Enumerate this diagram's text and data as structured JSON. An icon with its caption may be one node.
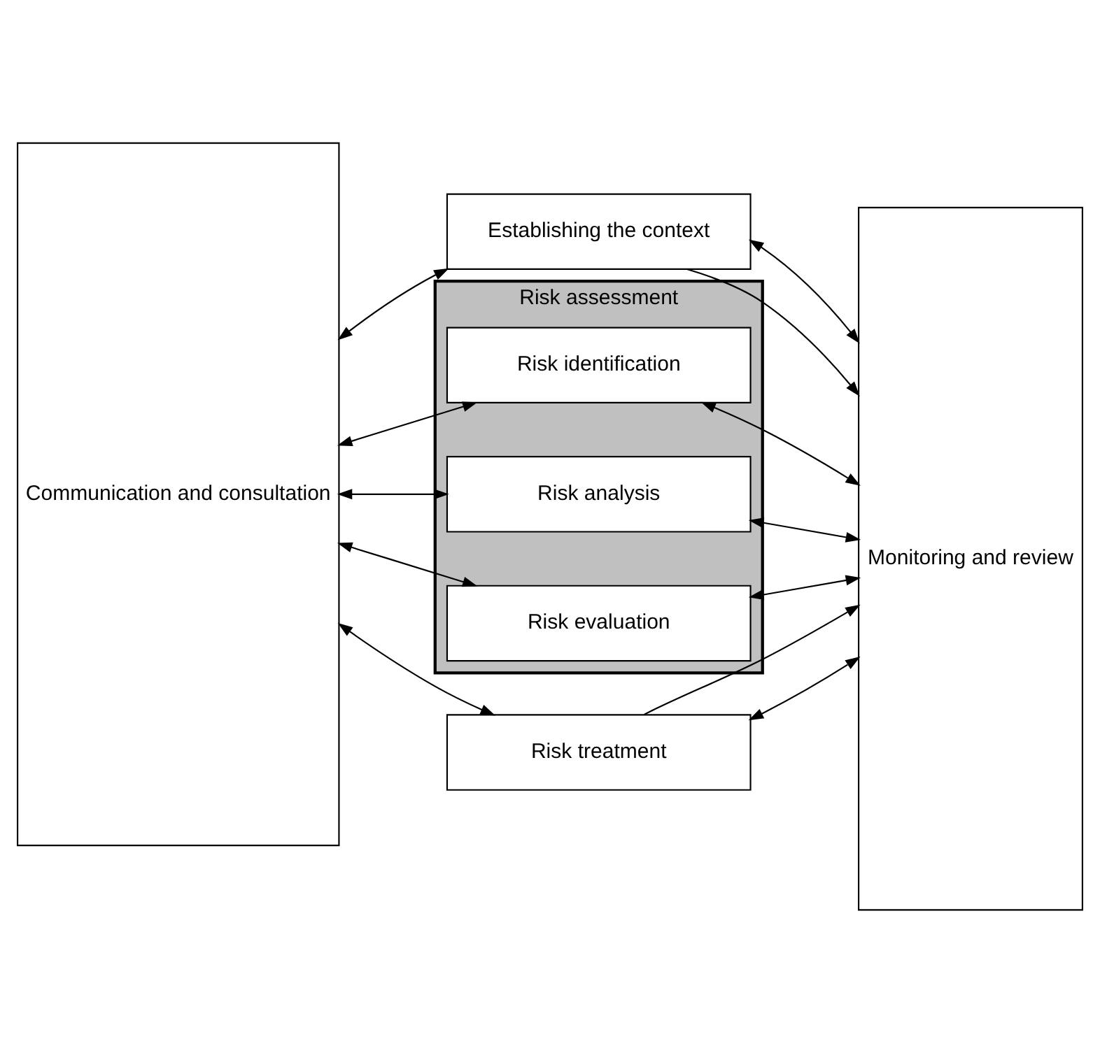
{
  "diagram": {
    "nodes": [
      {
        "text": [
          "Communication and consultation"
        ]
      },
      {
        "text": [
          "Establishing the context"
        ]
      },
      {
        "text": [
          "Risk assessment"
        ]
      },
      {
        "text": [
          "Risk identification"
        ],
        "in": 2
      },
      {
        "text": [
          "Risk analysis"
        ],
        "in": 2
      },
      {
        "text": [
          "Risk evaluation"
        ],
        "in": 2
      },
      {
        "text": [
          "Risk treatment"
        ]
      },
      {
        "text": [
          "Monitoring and review"
        ]
      }
    ],
    "edges": [
      {
        "from": 1,
        "to": 7,
        "arrow": "to"
      },
      {
        "from": 0,
        "to": 1,
        "arrow": "both"
      },
      {
        "from": 1,
        "to": 7,
        "arrow": "both"
      },
      {
        "from": 0,
        "to": 3,
        "arrow": "both"
      },
      {
        "from": 3,
        "to": 7,
        "arrow": "both"
      },
      {
        "from": 0,
        "to": 4,
        "arrow": "both"
      },
      {
        "from": 4,
        "to": 7,
        "arrow": "both"
      },
      {
        "from": 0,
        "to": 5,
        "arrow": "both"
      },
      {
        "from": 5,
        "to": 7,
        "arrow": "both"
      },
      {
        "from": 0,
        "to": 6,
        "arrow": "both"
      },
      {
        "from": 6,
        "to": 7,
        "arrow": "both"
      },
      {
        "from": 6,
        "to": 7,
        "arrow": "to"
      }
    ]
  }
}
